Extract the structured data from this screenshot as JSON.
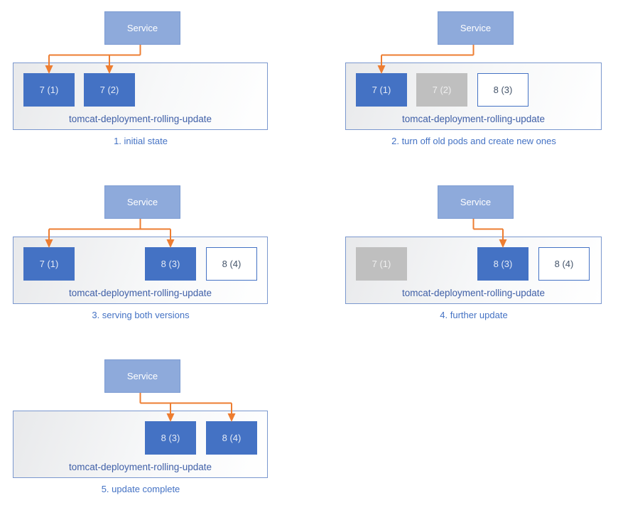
{
  "service_label": "Service",
  "deployment_label": "tomcat-deployment-rolling-update",
  "colors": {
    "service_fill": "#8EAADB",
    "service_border": "#7C9BD2",
    "pod_active_fill": "#4472C4",
    "pod_active_text": "#E3EAF6",
    "pod_off_fill": "#BFBFBF",
    "pod_off_text": "#EFEFEF",
    "pod_new_border": "#4472C4",
    "pod_new_text": "#44546A",
    "container_border": "#7A97CE",
    "label_text": "#3F5FA7",
    "caption_text": "#4472C4",
    "arrow": "#ED7D31"
  },
  "panels": [
    {
      "caption": "1. initial state",
      "pods": [
        {
          "label": "7 (1)",
          "state": "active",
          "slot": 0
        },
        {
          "label": "7 (2)",
          "state": "active",
          "slot": 1
        }
      ],
      "service_targets": [
        0,
        1
      ]
    },
    {
      "caption": "2. turn off old pods and create new ones",
      "pods": [
        {
          "label": "7 (1)",
          "state": "active",
          "slot": 0
        },
        {
          "label": "7 (2)",
          "state": "off",
          "slot": 1
        },
        {
          "label": "8 (3)",
          "state": "new",
          "slot": 2
        }
      ],
      "service_targets": [
        0
      ]
    },
    {
      "caption": "3. serving both versions",
      "pods": [
        {
          "label": "7 (1)",
          "state": "active",
          "slot": 0
        },
        {
          "label": "8 (3)",
          "state": "active",
          "slot": 2
        },
        {
          "label": "8 (4)",
          "state": "new",
          "slot": 3
        }
      ],
      "service_targets": [
        0,
        2
      ]
    },
    {
      "caption": "4. further update",
      "pods": [
        {
          "label": "7 (1)",
          "state": "off",
          "slot": 0
        },
        {
          "label": "8 (3)",
          "state": "active",
          "slot": 2
        },
        {
          "label": "8 (4)",
          "state": "new",
          "slot": 3
        }
      ],
      "service_targets": [
        2
      ]
    },
    {
      "caption": "5. update complete",
      "pods": [
        {
          "label": "8 (3)",
          "state": "active",
          "slot": 2
        },
        {
          "label": "8 (4)",
          "state": "active",
          "slot": 3
        }
      ],
      "service_targets": [
        2,
        3
      ]
    }
  ]
}
